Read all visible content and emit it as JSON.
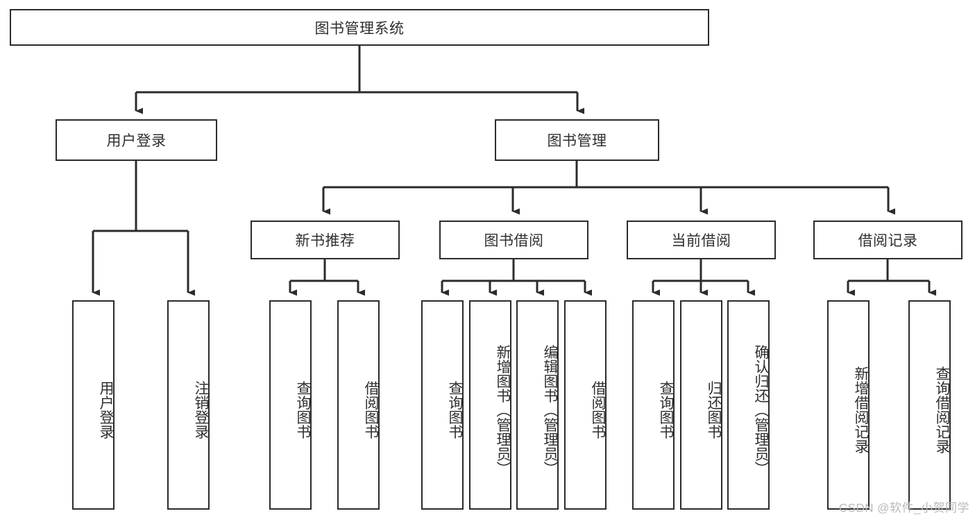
{
  "diagram": {
    "title": "图书管理系统",
    "type": "tree",
    "root": {
      "label": "图书管理系统"
    },
    "level1": [
      {
        "label": "用户登录"
      },
      {
        "label": "图书管理"
      }
    ],
    "level2": [
      {
        "label": "新书推荐",
        "parent": "图书管理"
      },
      {
        "label": "图书借阅",
        "parent": "图书管理"
      },
      {
        "label": "当前借阅",
        "parent": "图书管理"
      },
      {
        "label": "借阅记录",
        "parent": "图书管理"
      }
    ],
    "leaves": {
      "user_login": [
        {
          "label": "用户登录"
        },
        {
          "label": "注销登录"
        }
      ],
      "new_book_recommend": [
        {
          "label": "查询图书"
        },
        {
          "label": "借阅图书"
        }
      ],
      "book_borrow": [
        {
          "label": "查询图书"
        },
        {
          "label": "新增图书（管理员）"
        },
        {
          "label": "编辑图书（管理员）"
        },
        {
          "label": "借阅图书"
        }
      ],
      "current_borrow": [
        {
          "label": "查询图书"
        },
        {
          "label": "归还图书"
        },
        {
          "label": "确认归还（管理员）"
        }
      ],
      "borrow_record": [
        {
          "label": "新增借阅记录"
        },
        {
          "label": "查询借阅记录"
        }
      ]
    },
    "watermark": "CSDN @软件_小贺同学",
    "colors": {
      "stroke": "#2b2b2b",
      "text": "#2f2f2f",
      "background": "#ffffff",
      "watermark": "#b9b9b9"
    }
  }
}
